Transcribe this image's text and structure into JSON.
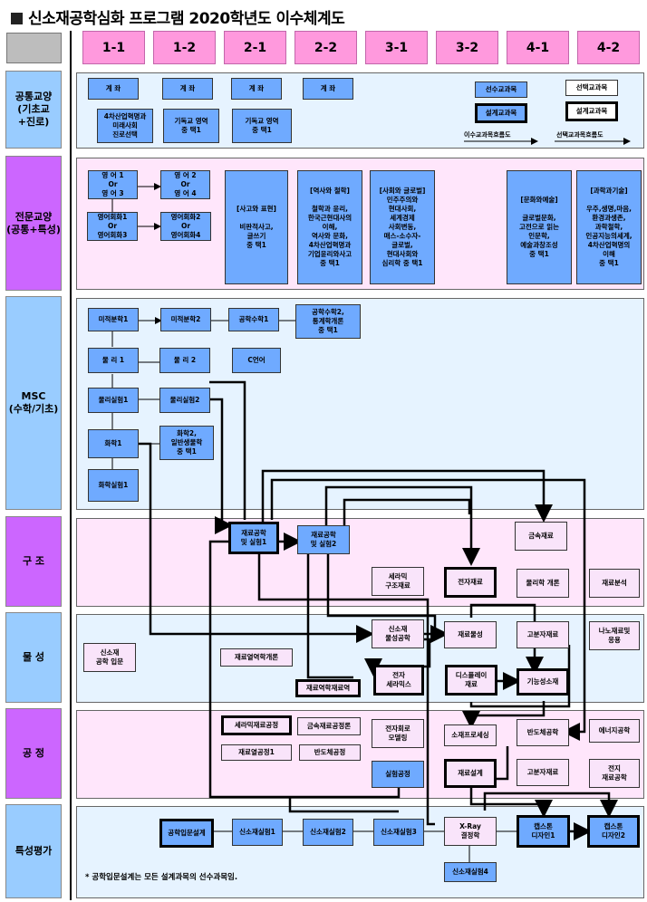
{
  "title": "신소재공학심화 프로그램 2020학년도 이수체계도",
  "semesters": [
    "1-1",
    "1-2",
    "2-1",
    "2-2",
    "3-1",
    "3-2",
    "4-1",
    "4-2"
  ],
  "rows": {
    "general": "공통교양\n(기초교\n+진로)",
    "major_liberal": "전문교양\n(공통+특성)",
    "msc": "MSC\n(수학/기초)",
    "structure": "구 조",
    "properties": "물 성",
    "process": "공 정",
    "characterization": "특성평가"
  },
  "general": {
    "elective_1": "계 좌",
    "elective_2": "계 좌",
    "elective_3": "계 좌",
    "elective_4": "계 좌",
    "career_design": "4차산업혁명과\n미래사회\n진로선택",
    "basic_1": "기독교 영역\n중 택1",
    "basic_2": "기독교 영역\n중 택1"
  },
  "legend": {
    "prereq_course": "선수교과목",
    "recommended_course": "선택교과목",
    "design_course": "설계교과목",
    "design_course_2": "설계교과목",
    "prereq_flow": "이수교과목흐름도",
    "recommended_flow": "선택교과목흐름도"
  },
  "major_liberal": {
    "eng1": "영 어 1\nOr\n영 어 3",
    "eng2": "영 어 2\nOr\n영 어 4",
    "engconv1": "영어회화1\nOr\n영어회화3",
    "engconv2": "영어회화2\nOr\n영어회화4",
    "social": "[사고와 표현]\n\n비판적사고,\n글쓰기\n중 택1",
    "history": "[역사와 철학]\n\n철학과 윤리,\n한국근현대사의\n이해,\n역사와 문화,\n4차산업혁명과\n기업윤리와사고\n중 택1",
    "society": "[사회와 글로벌]\n민주주의와\n현대사회,\n세계경제\n사회변동,\n매스-소수자-\n글로벌,\n현대사회와\n심리학 중 택1",
    "culture": "[문화와예술]\n\n글로벌문화,\n고전으로 읽는\n인문학,\n예술과창조성\n중 택1",
    "science": "[과학과기술]\n\n우주,생명,마음,\n환경과생존,\n과학철학,\n인공지능의세계,\n4차산업혁명의\n이해\n중 택1"
  },
  "msc": {
    "calc1": "미적분학1",
    "calc2": "미적분학2",
    "engmath1": "공학수학1",
    "engmath2": "공학수학2,\n통계학개론\n중 택1",
    "phys1": "물 리 1",
    "phys2": "물 리 2",
    "clang": "C언어",
    "physlab1": "물리실험1",
    "physlab2": "물리실험2",
    "chem1": "화학1",
    "chem2": "화학2,\n일반생물학\n중 택1",
    "chemlab1": "화학실험1"
  },
  "structure": {
    "mat_eng1": "재료공학\n및 실험1",
    "mat_eng2": "재료공학\n및 실험2",
    "metal": "금속재료",
    "crystal": "세라믹\n구조재료",
    "electronic": "전자재료",
    "physical": "물리학 개론",
    "analysis": "재료분석"
  },
  "properties": {
    "intro": "신소재\n공학 입문",
    "thermo": "재료열역학개론",
    "nano": "신소재\n물성공학",
    "phase": "재료물성",
    "ceramic": "전자\n세라믹스",
    "polymer": "고분자재료",
    "nano_tech": "나노재료및\n응용",
    "display": "디스플레이\n재료",
    "functional": "기능성소재",
    "mech": "재료역학재료역"
  },
  "process": {
    "ceramic_process": "세라믹재료공정",
    "metal_process": "금속재료공정론",
    "mat_process1": "재료열공정1",
    "semi_process": "반도체공정",
    "circuit": "전자회로\n모델링",
    "thinfilm": "소재프로세싱",
    "semi_device": "반도체공학",
    "energy": "에너지공학",
    "lab": "실험공정",
    "device": "재료설계",
    "high": "고분자재료",
    "battery": "전지\n재료공학"
  },
  "characterization": {
    "capstone_intro": "공학입문설계",
    "exp1": "신소재실험1",
    "exp2": "신소재실험2",
    "exp3": "신소재실험3",
    "xray": "X-Ray\n결정학",
    "exp4": "신소재실험4",
    "cap1": "캡스톤\n디자인1",
    "cap2": "캡스톤\n디자인2",
    "footnote": "* 공학입문설계는 모든 설계과목의 선수과목임."
  }
}
